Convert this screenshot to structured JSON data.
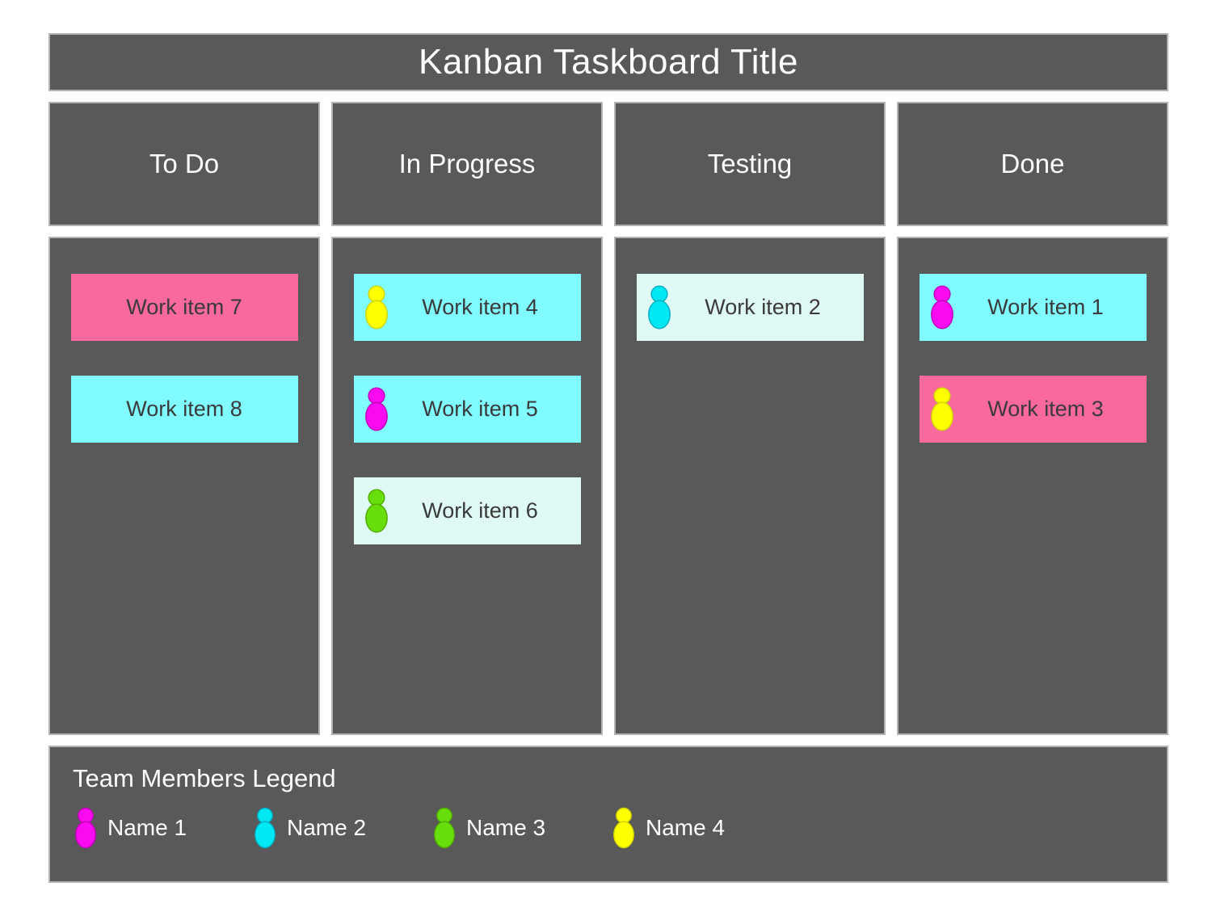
{
  "title": "Kanban Taskboard Title",
  "colors": {
    "block_bg": "#595959",
    "block_border": "#b3b3b3",
    "block_text": "#fdfdfd",
    "card_text": "#3a3a3a",
    "cards": {
      "pink": "#f9699d",
      "cyan": "#80fbff",
      "azure": "#dff9f4"
    },
    "members": {
      "magenta": {
        "fill": "#fa0af0",
        "stroke": "#c400bb"
      },
      "cyan": {
        "fill": "#00e8f2",
        "stroke": "#00aec6"
      },
      "green": {
        "fill": "#68df0c",
        "stroke": "#52ae00"
      },
      "yellow": {
        "fill": "#feff00",
        "stroke": "#d3d600"
      }
    }
  },
  "columns": [
    {
      "label": "To Do",
      "cards": [
        {
          "label": "Work item 7",
          "bg": "pink",
          "member": null
        },
        {
          "label": "Work item 8",
          "bg": "cyan",
          "member": null
        }
      ]
    },
    {
      "label": "In Progress",
      "cards": [
        {
          "label": "Work item 4",
          "bg": "cyan",
          "member": "yellow"
        },
        {
          "label": "Work item 5",
          "bg": "cyan",
          "member": "magenta"
        },
        {
          "label": "Work item 6",
          "bg": "azure",
          "member": "green"
        }
      ]
    },
    {
      "label": "Testing",
      "cards": [
        {
          "label": "Work item 2",
          "bg": "azure",
          "member": "cyan"
        }
      ]
    },
    {
      "label": "Done",
      "cards": [
        {
          "label": "Work item 1",
          "bg": "cyan",
          "member": "magenta"
        },
        {
          "label": "Work item 3",
          "bg": "pink",
          "member": "yellow"
        }
      ]
    }
  ],
  "legend": {
    "title": "Team Members Legend",
    "members": [
      {
        "name": "Name 1",
        "color": "magenta"
      },
      {
        "name": "Name 2",
        "color": "cyan"
      },
      {
        "name": "Name 3",
        "color": "green"
      },
      {
        "name": "Name 4",
        "color": "yellow"
      }
    ]
  }
}
